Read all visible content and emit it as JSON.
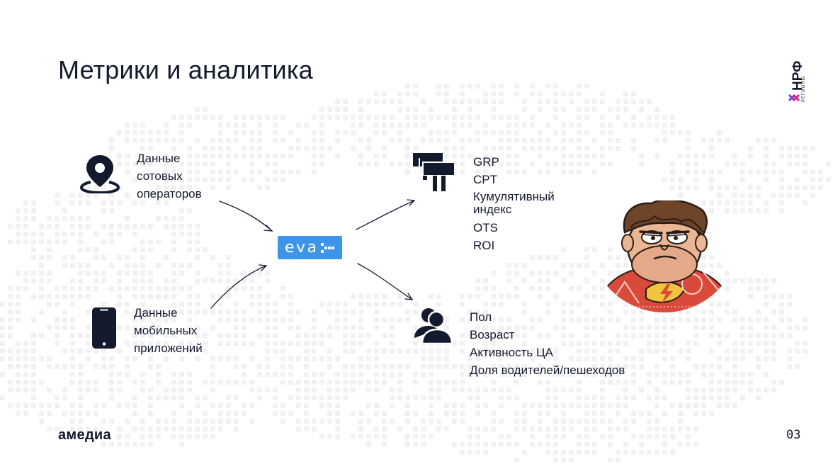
{
  "slide": {
    "title": "Метрики и аналитика",
    "page_number": "03"
  },
  "sources": [
    {
      "icon": "location-pin-icon",
      "lines": [
        "Данные",
        "сотовых",
        "операторов"
      ]
    },
    {
      "icon": "smartphone-icon",
      "lines": [
        "Данные",
        "мобильных",
        "приложений"
      ]
    }
  ],
  "hub": {
    "label": "eva"
  },
  "outputs": {
    "metrics": {
      "icon": "billboard-icon",
      "items": [
        "GRP",
        "CPT",
        "Кумулятивный",
        "индекс",
        "OTS",
        "ROI"
      ]
    },
    "audience": {
      "icon": "users-icon",
      "items": [
        "Пол",
        "Возраст",
        "Активность ЦА",
        "Доля водителей/пешеходов"
      ]
    }
  },
  "branding": {
    "company_logo": "амедиа",
    "partner_logo": "НРФ",
    "partner_logo_sub": "РЕГИОНЫ"
  },
  "colors": {
    "text": "#141a2e",
    "eva_blue": "#3d95ea",
    "dots": "#f1f1f3",
    "nrf_pink": "#e0207e",
    "nrf_purple": "#6b3fd1"
  }
}
